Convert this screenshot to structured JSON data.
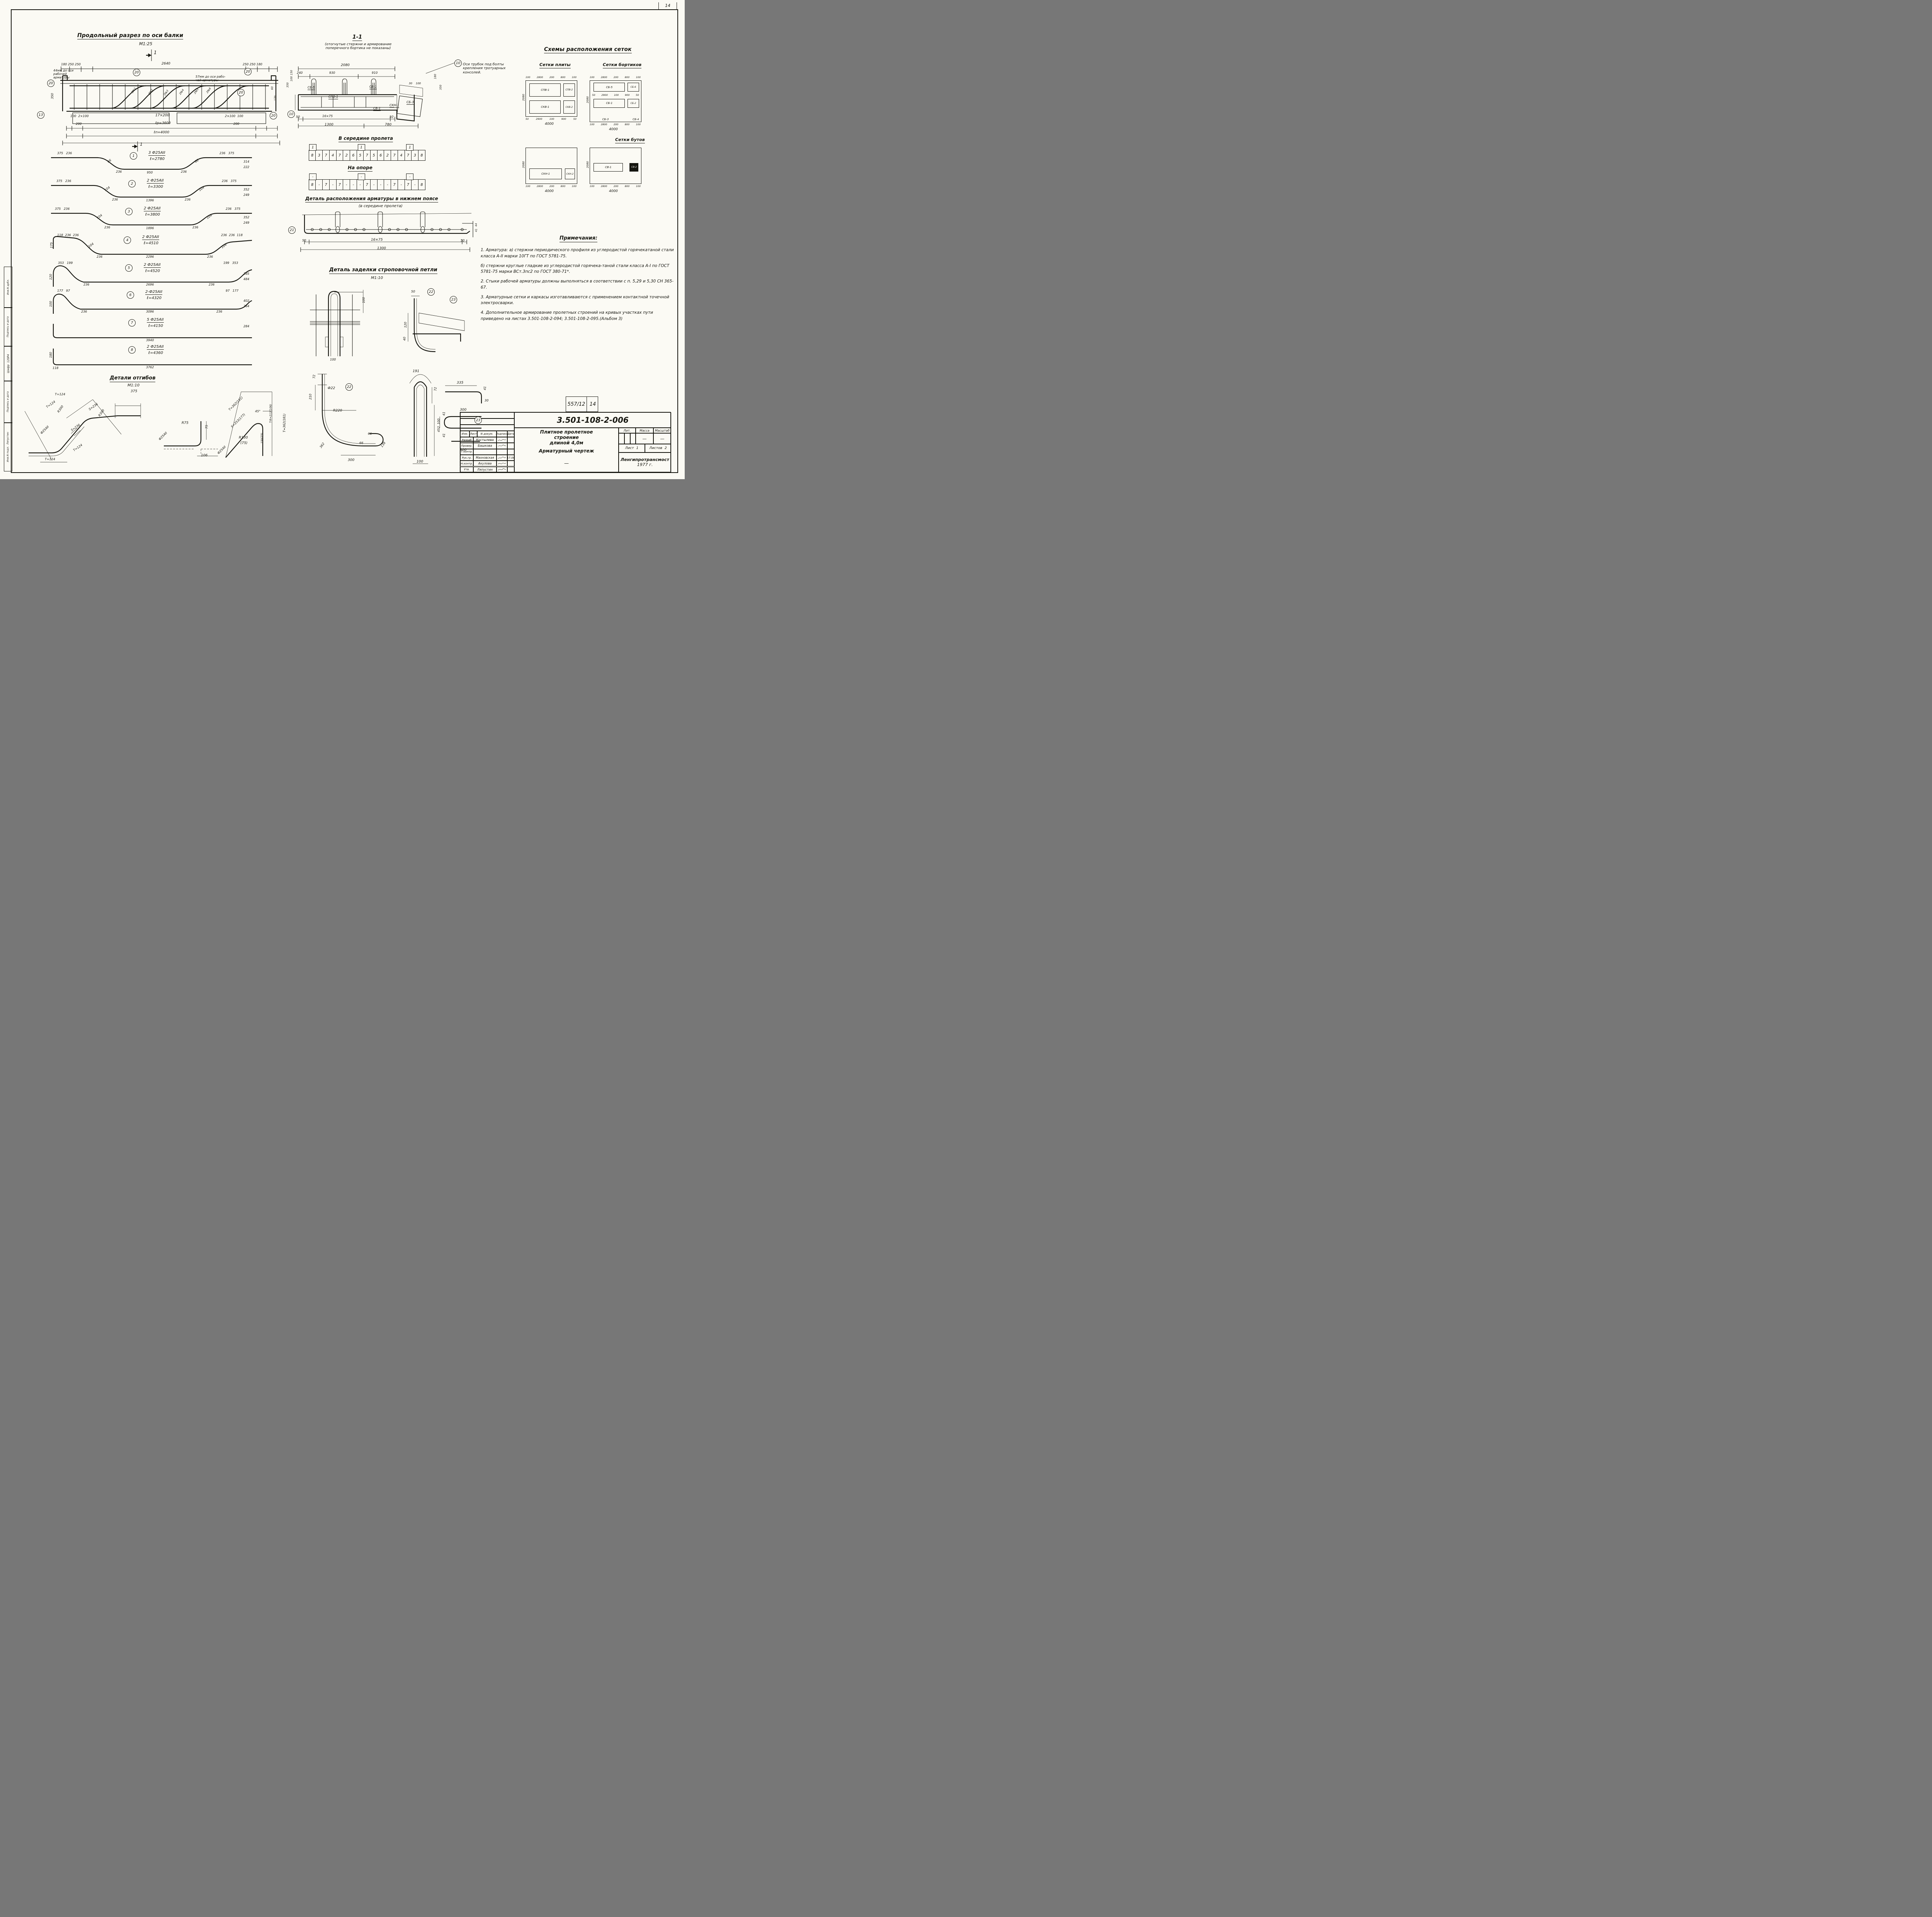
{
  "page": {
    "corner_sheet_number": "14"
  },
  "margin": {
    "box1": "Инв.N дубл.",
    "box2": "Подпись и дата",
    "box3_label": "Шифр",
    "box3_value": "120Р4",
    "box4": "Подпись и дата",
    "box5_label": "Инв.N подл.",
    "box5_value": "Ляпустин"
  },
  "longitudinal": {
    "title": "Продольный разрез по оси балки",
    "scale": "М1:25",
    "cut_mark": "1",
    "cut_mark2": "1",
    "note_left": "44мм до оси\nрабочей\nарматуры",
    "note_right": "57мм до оси рабо-\nчей арматуры",
    "dims_top_left": "180 250 250",
    "dims_top_mid": "2640",
    "dims_top_right": "250 250 180",
    "dim_350": "350",
    "dim_60": "60",
    "dim_170": "170",
    "bar_marks": [
      "3№1",
      "2№2",
      "2№3",
      "2№4",
      "2№5",
      "2№6"
    ],
    "callout_20": "20",
    "callout_13": "13",
    "dims_bottom_left": "100  2×100",
    "dims_bottom_mid": "17×200",
    "dims_bottom_right": "2×100  100",
    "dim_200_left": "200",
    "len_work": "ℓр=3600",
    "dim_200_right": "200",
    "len_total": "ℓп=4000"
  },
  "bars": [
    {
      "num": "1",
      "qty": "3 Ф25АII",
      "len": "ℓ=2780",
      "tl": "375   236",
      "sl": "66",
      "bl": "236",
      "mid": "950",
      "br": "236",
      "sr": "66",
      "tr": "236   375",
      "el": "",
      "tv": "314",
      "th": "222"
    },
    {
      "num": "2",
      "qty": "2 Ф25АII",
      "len": "ℓ=3300",
      "tl": "375   236",
      "sl": "104",
      "bl": "236",
      "mid": "1396",
      "br": "236",
      "sr": "104",
      "tr": "236   375",
      "el": "",
      "tv": "352",
      "th": "249"
    },
    {
      "num": "3",
      "qty": "2 Ф25АII",
      "len": "ℓ=3800",
      "tl": "375   236",
      "sl": "104",
      "bl": "236",
      "mid": "1896",
      "br": "236",
      "sr": "104",
      "tr": "236   375",
      "el": "",
      "tv": "352",
      "th": "249"
    },
    {
      "num": "4",
      "qty": "2 Ф25АII",
      "len": "ℓ=4510",
      "tl": "118  236  236",
      "sl": "104",
      "bl": "236",
      "mid": "2296",
      "br": "236",
      "sr": "104",
      "tr": "236  236  118",
      "el": "175",
      "tv": "",
      "th": ""
    },
    {
      "num": "5",
      "qty": "2 Ф25АII",
      "len": "ℓ=4520",
      "tl": "353   199",
      "sl": "",
      "bl": "236",
      "mid": "2696",
      "br": "236",
      "sr": "",
      "tr": "199   353",
      "el": "120",
      "tv": "285",
      "th": "484"
    },
    {
      "num": "6",
      "qty": "2-Ф25АII",
      "len": "ℓ=4320",
      "tl": "177   97",
      "sl": "",
      "bl": "236",
      "mid": "3096",
      "br": "236",
      "sr": "",
      "tr": "97   177",
      "el": "100",
      "tv": "402",
      "th": "264"
    },
    {
      "num": "7",
      "qty": "5 Ф25АII",
      "len": "ℓ=4150",
      "tl": "",
      "sl": "",
      "bl": "",
      "mid": "3940",
      "br": "",
      "sr": "",
      "tr": "",
      "el": "",
      "tv": "",
      "th": "284"
    },
    {
      "num": "8",
      "qty": "2 Ф25АII",
      "len": "ℓ=4360",
      "tl": "",
      "sl": "",
      "bl": "118",
      "mid": "3762",
      "br": "",
      "sr": "",
      "tr": "",
      "el": "180",
      "tv": "",
      "th": ""
    }
  ],
  "bends": {
    "title": "Детали отгибов",
    "scale": "М1:10",
    "d1": {
      "dia": "Ф25АII",
      "r1": "R300",
      "r2": "R300",
      "s1": "S=236",
      "s2": "S=236",
      "t1": "T=124",
      "t2": "T=124",
      "t3": "T=124",
      "t4": "T=124",
      "end": "375"
    },
    "d2": {
      "dia": "Ф25АII",
      "r": "R75",
      "h": "75",
      "w": "106"
    },
    "d3": {
      "t1": "T=362(181)",
      "t2": "T=362(181)",
      "s": "S=353(177)",
      "ang": "45°",
      "tr": "T-R=212(106)",
      "h": "150(75)",
      "r": "R130",
      "r2": "(75)",
      "dia": "Ф25АII"
    }
  },
  "section11": {
    "title": "1-1",
    "note": "(отогнутые стержни и армирование поперечного бортика не показаны)",
    "dim_2080": "2080",
    "dim_240": "240",
    "dim_930": "930",
    "dim_910": "910",
    "sb5": "СБ-5",
    "spv1": "СПВ-1",
    "sb1": "СБ-1",
    "sv1": "СВ-1",
    "skn1": "СКН-1",
    "sb3": "СБ-3",
    "callout10": "10",
    "callout10_note": "Оси трубок под болты крепления тротуарных консолей.",
    "dv350": "350",
    "dv100": "100",
    "dv150": "150",
    "dr30": "30",
    "dr100": "100",
    "dr180": "180",
    "dr350": "350",
    "b50l": "50",
    "b1675": "16×75",
    "b50r": "50",
    "b1300": "1300",
    "b780": "780"
  },
  "strips": {
    "mid_title": "В середине пролета",
    "mid_cells": [
      "8",
      "3",
      "7",
      "4",
      "7",
      "2",
      "6",
      "5",
      "7",
      "5",
      "6",
      "2",
      "7",
      "4",
      "7",
      "3",
      "8"
    ],
    "mid_top": [
      "1",
      "1",
      "1"
    ],
    "sup_title": "На опоре",
    "sup_cells": [
      "8",
      "-",
      "7",
      "-",
      "7",
      "-",
      "-",
      "-",
      "7",
      "-",
      "-",
      "-",
      "7",
      "-",
      "7",
      "-",
      "8"
    ],
    "sup_top": [
      "-",
      "-",
      "-"
    ]
  },
  "bottom_chord": {
    "title": "Деталь расположения арматуры в нижнем поясе",
    "subtitle": "(в середине пролета)",
    "callout": "21",
    "d50l": "50",
    "d1675": "16×75",
    "d50r": "50",
    "d1300": "1300",
    "dv44": "44",
    "dv41": "41"
  },
  "loop_detail": {
    "title": "Деталь заделки строповочной петли",
    "scale": "М1:10",
    "d100v": "100",
    "d100b": "100",
    "d50": "50",
    "d120": "120",
    "d40": "40",
    "callout22": "22",
    "callout23": "23"
  },
  "hooks": {
    "h22": {
      "callout": "22",
      "dia": "Ф22",
      "d72": "72",
      "d210": "210",
      "r220": "R220",
      "d362": "362",
      "d300": "300",
      "d66a": "66",
      "d66b": "66",
      "d138": "138"
    },
    "uloop": {
      "arc": "191",
      "d72": "72",
      "d452": "452",
      "d100": "100"
    },
    "h23": {
      "callout": "23",
      "d335": "335",
      "d41a": "41",
      "d30": "30",
      "d300a": "300",
      "d41b": "41",
      "d100": "100",
      "d41c": "41",
      "d300b": "300"
    }
  },
  "meshes": {
    "title": "Схемы расположения сеток",
    "plate": {
      "title": "Сетки плиты",
      "top_dims": [
        "100",
        "2800",
        "200",
        "800",
        "100"
      ],
      "height": "2080",
      "b1": "СПВ-1",
      "b2": "СПВ-2",
      "b3": "СКВ-1",
      "b4": "СКВ-2",
      "bot_dims": [
        "50",
        "2900",
        "100",
        "900",
        "50"
      ],
      "total": "4000"
    },
    "curb": {
      "title": "Сетки бортиков",
      "top_dims": [
        "100",
        "2800",
        "200",
        "800",
        "100"
      ],
      "height": "2080",
      "b1": "СБ-5",
      "b2": "СБ-6",
      "mid_dims": [
        "50",
        "2900",
        "100",
        "900",
        "50"
      ],
      "b3": "СБ-1",
      "b4": "СБ-2",
      "b5": "СБ-3",
      "b6": "СБ-4",
      "bot_dims": [
        "100",
        "2800",
        "200",
        "800",
        "100"
      ],
      "total": "4000"
    },
    "heel": {
      "title": "Сетки бутов",
      "l1": "СКН-1",
      "l2": "СКН-2",
      "r1": "СВ-1",
      "r2": "СВ-2",
      "height": "2080",
      "dims": [
        "100",
        "2800",
        "200",
        "800",
        "100"
      ],
      "total_l": "4000",
      "total_r": "4000"
    }
  },
  "notes": {
    "title": "Примечания:",
    "p1": "1.  Арматура: а) стержни периодического профиля из углеродистой горячекатаной стали класса А-II марки 10ГТ по ГОСТ 5781-75.",
    "p2": "б) стержни круглые гладкие из углеродистой горячека-таной стали класса А-I по ГОСТ 5781-75 марки ВСт.3пс2 по ГОСТ 380-71*.",
    "p3": "2.  Стыки рабочей арматуры должны выполняться в соответствии с п. 5,29 и 5,30 СН 365-67.",
    "p4": "3.  Арматурные сетки и каркасы изготавливаются с применением контактной точечной электросварки.",
    "p5": "4.  Дополнительное армирование пролетных строений на кривых участках пути приведено на листах 3.501-108-2-094;  3.501-108-2-095.(Альбом 3)"
  },
  "title_block": {
    "code": "557/12",
    "code_sheet": "14",
    "doc_number": "3.501-108-2-006",
    "name1": "Плитное пролетное",
    "name2": "строение",
    "name3": "длиной 4,0м",
    "name4": "Арматурный чертеж",
    "headers": [
      "Изм.",
      "Лист",
      "N докум.",
      "Подпись",
      "Дата"
    ],
    "rows": [
      {
        "role": "Разраб",
        "name": "Костылева",
        "date": ""
      },
      {
        "role": "Провер.",
        "name": "Башкова",
        "date": ""
      },
      {
        "role": "Т.контр.",
        "name": "",
        "date": ""
      },
      {
        "role": "Рук.гр.",
        "name": "Махновская",
        "date": "17.06"
      },
      {
        "role": "Н.контр.",
        "name": "Акулова",
        "date": ""
      },
      {
        "role": "Утв.",
        "name": "Ляпустин",
        "date": ""
      }
    ],
    "lit_h": "Лит.",
    "mass_h": "Масса",
    "scale_h": "Масштаб",
    "mass_v": "—",
    "scale_v": "—",
    "sheet_h": "Лист",
    "sheet_v": "1",
    "sheets_h": "Листов",
    "sheets_v": "2",
    "dash": "—",
    "org": "Ленгипротрансмост",
    "year": "1977 г."
  }
}
